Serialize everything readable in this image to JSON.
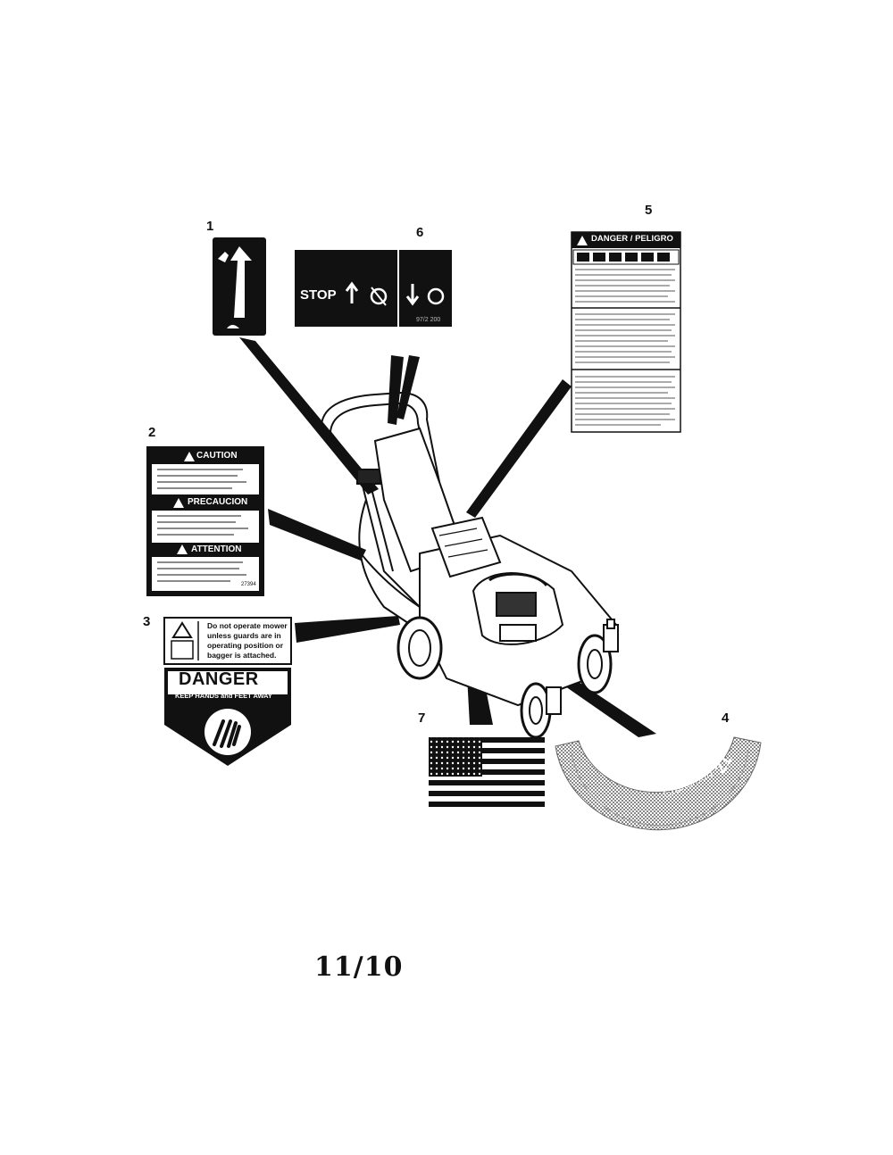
{
  "callouts": {
    "c1": "1",
    "c2": "2",
    "c3": "3",
    "c4": "4",
    "c5": "5",
    "c6": "6",
    "c7": "7"
  },
  "decal6": {
    "stop": "STOP",
    "part_no": "97/2 200"
  },
  "decal2": {
    "caution": "CAUTION",
    "precaucion": "PRECAUCION",
    "attention": "ATTENTION",
    "part_no": "27394"
  },
  "decal3": {
    "warning_line1": "Do not operate mower",
    "warning_line2": "unless guards are in",
    "warning_line3": "operating position or",
    "warning_line4": "bagger is attached.",
    "danger": "DANGER",
    "keep": "KEEP HANDS and FEET AWAY"
  },
  "decal5": {
    "header": "DANGER / PELIGRO"
  },
  "decal4": {
    "size": "21",
    "brand": "Craftsman"
  },
  "page_number": "11/10"
}
